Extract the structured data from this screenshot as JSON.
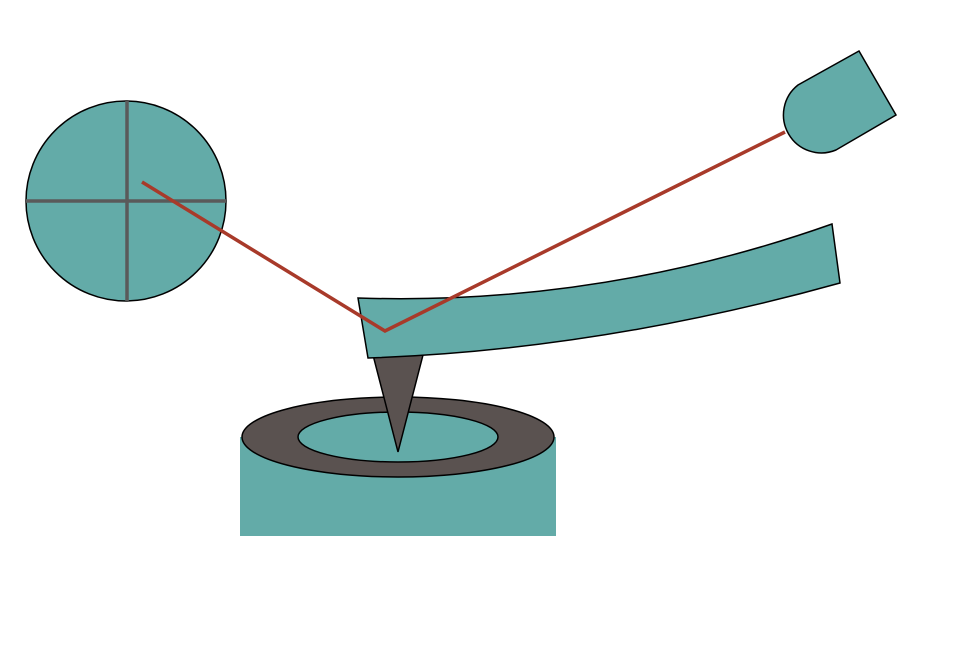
{
  "diagram": {
    "colors": {
      "component_fill": "#63aba8",
      "tip_fill": "#5a5250",
      "laser": "#a83a2a",
      "outline": "#000000",
      "crosshair": "#5a5a5a",
      "background": "#ffffff"
    },
    "components": [
      {
        "name": "photodetector",
        "shape": "quadrant-circle"
      },
      {
        "name": "laser-source",
        "shape": "rounded-emitter"
      },
      {
        "name": "cantilever",
        "shape": "curved-beam"
      },
      {
        "name": "probe-tip",
        "shape": "cone"
      },
      {
        "name": "sample-stage",
        "shape": "cylinder-with-ring"
      },
      {
        "name": "laser-beam",
        "shape": "polyline"
      }
    ]
  }
}
